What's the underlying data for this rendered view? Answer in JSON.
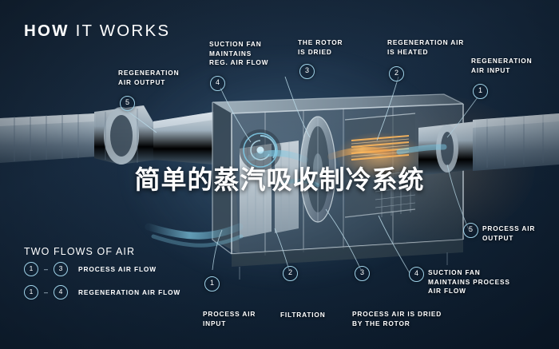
{
  "header": {
    "title_light": "HOW",
    "title_rest": " IT WORKS"
  },
  "overlay": {
    "headline": "简单的蒸汽吸收制冷系统"
  },
  "callouts": [
    {
      "id": "regeneration-air-output",
      "number": "5",
      "text": "REGENERATION\nAIR OUTPUT"
    },
    {
      "id": "suction-fan-reg",
      "number": "4",
      "text": "SUCTION FAN\nMAINTAINS\nREG. AIR FLOW"
    },
    {
      "id": "rotor-dried",
      "number": "3",
      "text": "THE ROTOR\nIS DRIED"
    },
    {
      "id": "regeneration-air-heated",
      "number": "2",
      "text": "REGENERATION AIR\nIS HEATED"
    },
    {
      "id": "regeneration-air-input",
      "number": "1",
      "text": "REGENERATION\nAIR INPUT"
    },
    {
      "id": "process-air-output",
      "number": "5",
      "text": "PROCESS AIR\nOUTPUT"
    },
    {
      "id": "suction-fan-process",
      "number": "4",
      "text": "SUCTION FAN\nMAINTAINS PROCESS\nAIR FLOW"
    },
    {
      "id": "process-air-dried",
      "number": "3",
      "text": "PROCESS AIR IS DRIED\nBY THE ROTOR"
    },
    {
      "id": "filtration",
      "number": "2",
      "text": "FILTRATION"
    },
    {
      "id": "process-air-input",
      "number": "1",
      "text": "PROCESS AIR\nINPUT"
    }
  ],
  "legend": {
    "title": "TWO FLOWS OF AIR",
    "rows": [
      {
        "from": "1",
        "dash": "–",
        "to": "3",
        "label": "PROCESS AIR FLOW"
      },
      {
        "from": "1",
        "dash": "–",
        "to": "4",
        "label": "REGENERATION AIR FLOW"
      }
    ]
  },
  "colors": {
    "background_top": "#18293b",
    "background_bottom": "#0f1f31",
    "accent_cyan": "#9fd2e8",
    "air_flow_blue": "#7ec8e3",
    "heat_orange": "#f5a24b",
    "text": "#ffffff"
  }
}
